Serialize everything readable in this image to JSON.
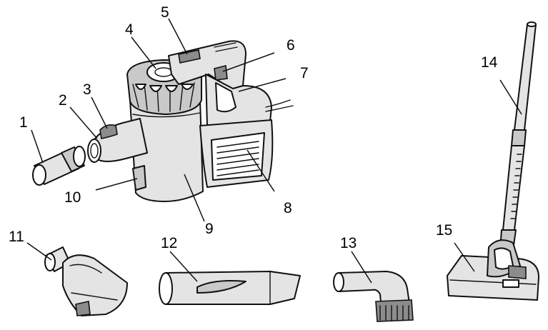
{
  "labels": {
    "l1": "1",
    "l2": "2",
    "l3": "3",
    "l4": "4",
    "l5": "5",
    "l6": "6",
    "l7": "7",
    "l8": "8",
    "l9": "9",
    "l10": "10",
    "l11": "11",
    "l12": "12",
    "l13": "13",
    "l14": "14",
    "l15": "15"
  },
  "colors": {
    "ink": "#111111",
    "fill_light": "#e4e4e4",
    "fill_mid": "#c9c9c9",
    "fill_dark": "#8c8c8c"
  }
}
